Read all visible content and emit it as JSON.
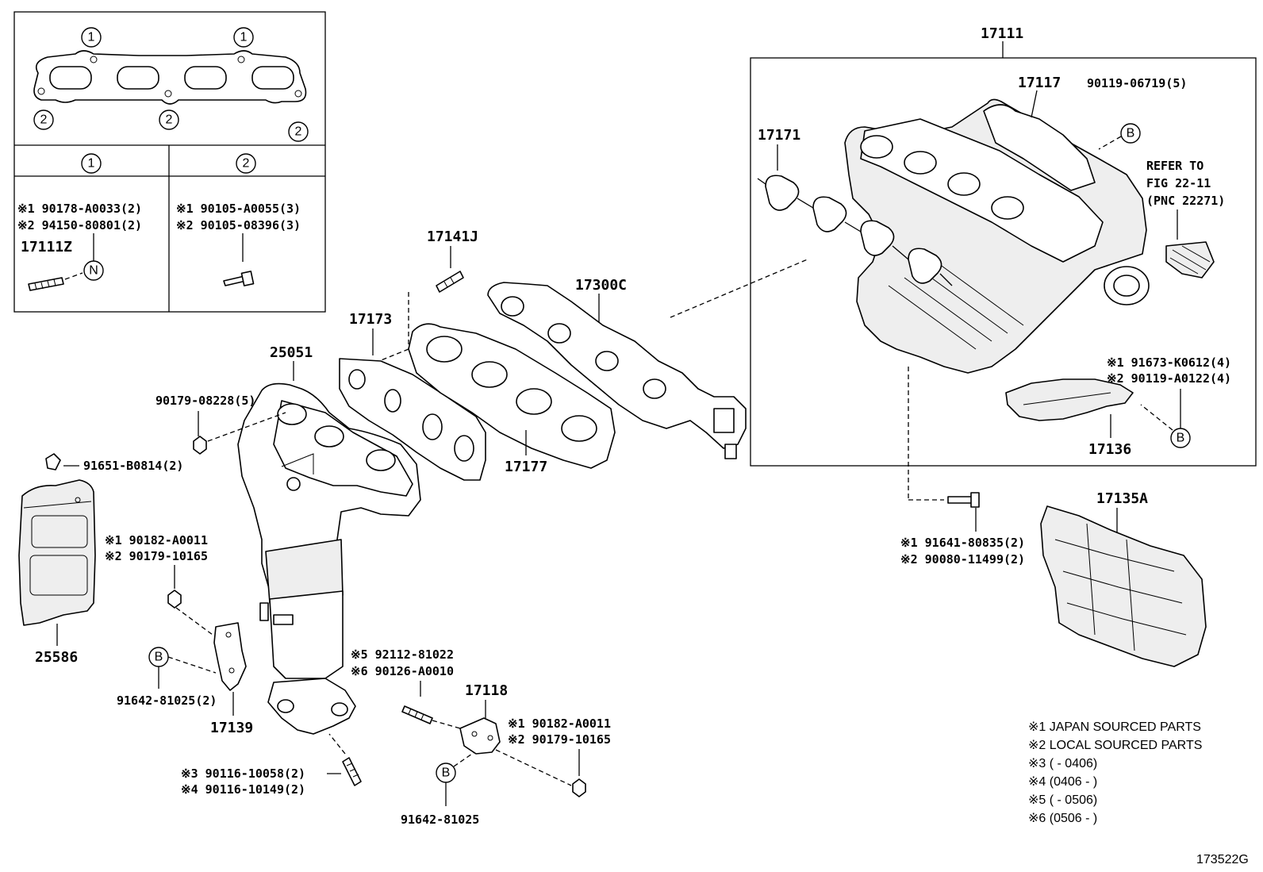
{
  "diagram_id": "173522G",
  "inset": {
    "marker_1": "1",
    "marker_2": "2",
    "col1": {
      "line1": "※1 90178-A0033(2)",
      "line2": "※2 94150-80801(2)",
      "part": "17111Z",
      "marker": "N"
    },
    "col2": {
      "line1": "※1 90105-A0055(3)",
      "line2": "※2 90105-08396(3)"
    }
  },
  "labels": {
    "p17111": "17111",
    "p17117": "17117",
    "p90119_06719": "90119-06719(5)",
    "p17171": "17171",
    "refer1": "REFER TO",
    "refer2": "FIG 22-11",
    "refer3": "(PNC 22271)",
    "p91673": "※1 91673-K0612(4)",
    "p90119_a0122": "※2 90119-A0122(4)",
    "p17136": "17136",
    "p17135a": "17135A",
    "p91641": "※1 91641-80835(2)",
    "p90080": "※2 90080-11499(2)",
    "p17141j": "17141J",
    "p17300c": "17300C",
    "p17173": "17173",
    "p25051": "25051",
    "p17177": "17177",
    "p90179_08228": "90179-08228(5)",
    "p91651": "91651-B0814(2)",
    "p25586": "25586",
    "p90182_a": "※1 90182-A0011",
    "p90179_10165_a": "※2 90179-10165",
    "p91642_a": "91642-81025(2)",
    "p17139": "17139",
    "p92112": "※5 92112-81022",
    "p90126": "※6 90126-A0010",
    "p17118": "17118",
    "p90182_b": "※1 90182-A0011",
    "p90179_10165_b": "※2 90179-10165",
    "p90116_10058": "※3 90116-10058(2)",
    "p90116_10149": "※4 90116-10149(2)",
    "p91642_b": "91642-81025",
    "marker_b": "B"
  },
  "notes": [
    "※1 JAPAN SOURCED PARTS",
    "※2 LOCAL SOURCED PARTS",
    "※3 (        - 0406)",
    "※4 (0406 -        )",
    "※5 (        - 0506)",
    "※6 (0506 -        )"
  ]
}
